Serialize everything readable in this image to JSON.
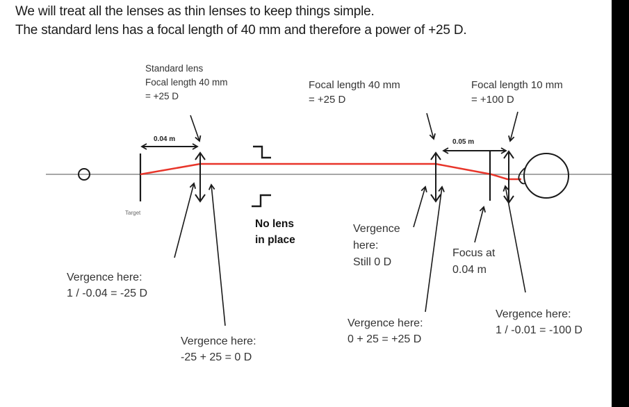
{
  "intro": {
    "line1": "We will treat all the lenses as thin lenses to keep things simple.",
    "line2": "The standard lens has a focal length of 40 mm and therefore a power of +25 D."
  },
  "diagram": {
    "colors": {
      "ray": "#e8352a",
      "axis": "#888888",
      "ink": "#1a1a1a"
    },
    "lens_labels": {
      "standard": {
        "line1": "Standard lens",
        "line2": "Focal length 40 mm",
        "line3": "= +25 D"
      },
      "second": {
        "line1": "Focal length 40 mm",
        "line2": "= +25 D"
      },
      "third": {
        "line1": "Focal length 10 mm",
        "line2": "= +100 D"
      }
    },
    "dimensions": {
      "target_to_standard": "0.04 m",
      "second_to_third": "0.05 m"
    },
    "target_label": "Target",
    "no_lens": {
      "line1": "No lens",
      "line2": "in place"
    },
    "vergence_notes": {
      "at_target_side": {
        "line1": "Vergence here:",
        "line2": "1 / -0.04 = -25 D"
      },
      "after_standard": {
        "line1": "Vergence here:",
        "line2": "-25 + 25 = 0 D"
      },
      "before_second": {
        "line1": "Vergence",
        "line2": "here:",
        "line3": "Still 0 D"
      },
      "after_second": {
        "line1": "Vergence here:",
        "line2": "0 + 25 = +25 D"
      },
      "focus": {
        "line1": "Focus at",
        "line2": "0.04 m"
      },
      "before_third": {
        "line1": "Vergence here:",
        "line2": "1 / -0.01 = -100 D"
      }
    }
  }
}
